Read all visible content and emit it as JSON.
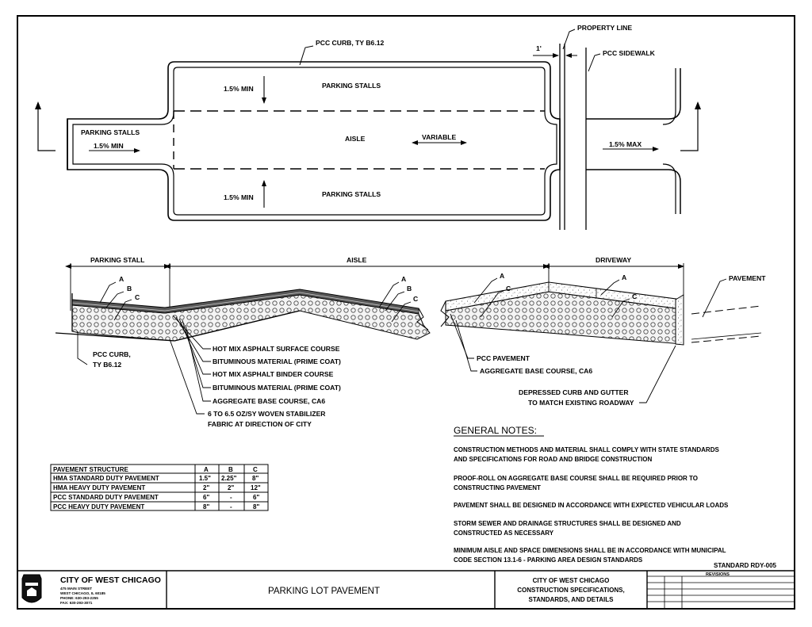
{
  "plan": {
    "pcc_curb": "PCC CURB, TY B6.12",
    "property_line": "PROPERTY LINE",
    "pcc_sidewalk": "PCC SIDEWALK",
    "one_foot": "1'",
    "parking_stalls_top": "PARKING STALLS",
    "parking_stalls_bottom": "PARKING STALLS",
    "parking_stalls_left": "PARKING STALLS",
    "slope_top": "1.5% MIN",
    "slope_bottom": "1.5% MIN",
    "slope_left": "1.5% MIN",
    "slope_right": "1.5% MAX",
    "aisle": "AISLE",
    "variable": "VARIABLE"
  },
  "section": {
    "parking_stall": "PARKING STALL",
    "aisle": "AISLE",
    "driveway": "DRIVEWAY",
    "pavement": "PAVEMENT",
    "letter_a": "A",
    "letter_b": "B",
    "letter_c": "C",
    "pcc_curb_line1": "PCC CURB,",
    "pcc_curb_line2": "TY B6.12",
    "layers": [
      "HOT MIX ASPHALT SURFACE COURSE",
      "BITUMINOUS MATERIAL (PRIME COAT)",
      "HOT MIX ASPHALT BINDER COURSE",
      "BITUMINOUS MATERIAL (PRIME COAT)",
      "AGGREGATE BASE COURSE, CA6",
      "6 TO 6.5 OZ/SY WOVEN STABILIZER",
      "FABRIC AT DIRECTION OF CITY"
    ],
    "pcc_pavement": "PCC PAVEMENT",
    "aggregate_base": "AGGREGATE BASE COURSE, CA6",
    "depressed_curb_line1": "DEPRESSED CURB AND GUTTER",
    "depressed_curb_line2": "TO MATCH EXISTING ROADWAY"
  },
  "pavement_table": {
    "columns": [
      "PAVEMENT STRUCTURE",
      "A",
      "B",
      "C"
    ],
    "rows": [
      [
        "HMA STANDARD DUTY PAVEMENT",
        "1.5\"",
        "2.25\"",
        "8\""
      ],
      [
        "HMA HEAVY DUTY PAVEMENT",
        "2\"",
        "2\"",
        "12\""
      ],
      [
        "PCC STANDARD DUTY PAVEMENT",
        "6\"",
        "-",
        "6\""
      ],
      [
        "PCC HEAVY DUTY PAVEMENT",
        "8\"",
        "-",
        "8\""
      ]
    ]
  },
  "general_notes": {
    "heading": "GENERAL NOTES:",
    "notes": [
      [
        "CONSTRUCTION METHODS AND MATERIAL SHALL COMPLY WITH STATE STANDARDS",
        "AND SPECIFICATIONS FOR ROAD AND BRIDGE CONSTRUCTION"
      ],
      [
        "PROOF-ROLL ON AGGREGATE BASE COURSE SHALL BE REQUIRED PRIOR TO",
        "CONSTRUCTING PAVEMENT"
      ],
      [
        "PAVEMENT SHALL BE DESIGNED IN ACCORDANCE WITH EXPECTED VEHICULAR LOADS"
      ],
      [
        "STORM SEWER AND DRAINAGE STRUCTURES SHALL BE DESIGNED AND",
        "CONSTRUCTED AS NECESSARY"
      ],
      [
        "MINIMUM AISLE AND SPACE DIMENSIONS SHALL BE IN ACCORDANCE WITH MUNICIPAL",
        "CODE SECTION 13.1-6 - PARKING AREA DESIGN STANDARDS"
      ]
    ]
  },
  "title_block": {
    "standard": "STANDARD RDY-005",
    "city": "CITY OF WEST CHICAGO",
    "address": [
      "475 MAIN STREET",
      "WEST CHICAGO, IL 60185",
      "PHONE: 630-293-2255",
      "FAX: 630-293-3071"
    ],
    "drawing_title": "PARKING LOT PAVEMENT",
    "spec_lines": [
      "CITY OF WEST CHICAGO",
      "CONSTRUCTION SPECIFICATIONS,",
      "STANDARDS, AND DETAILS"
    ],
    "revisions": "REVISIONS"
  }
}
